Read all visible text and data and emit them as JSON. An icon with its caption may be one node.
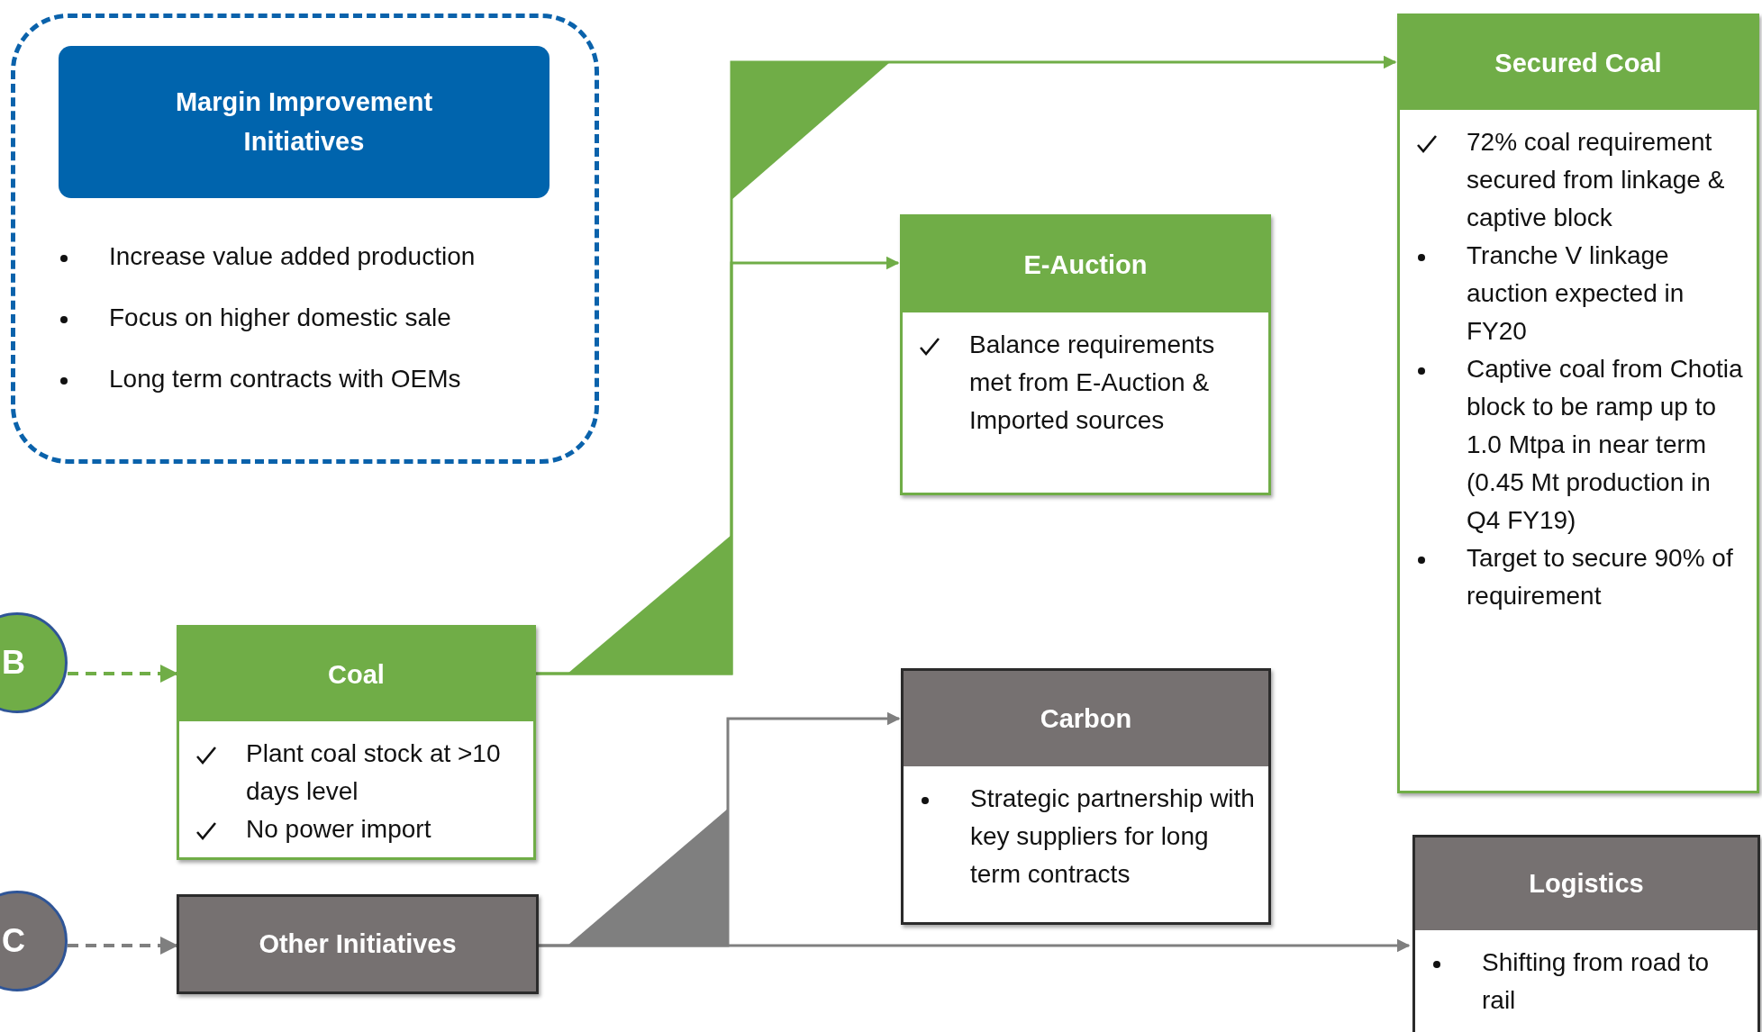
{
  "diagram": {
    "nodes": [
      {
        "text": [
          "Increase value added production",
          "Focus on higher domestic sale",
          "Long term contracts with OEMs"
        ]
      },
      {
        "text": [
          "Margin Improvement Initiatives"
        ],
        "in": 0
      },
      {
        "text": [
          "B"
        ]
      },
      {
        "text": [
          "Coal",
          "Plant coal stock at >10 days level",
          "No power import"
        ]
      },
      {
        "text": [
          "C"
        ]
      },
      {
        "text": [
          "Other Initiatives"
        ]
      },
      {
        "text": [
          "E-Auction",
          "Balance requirements met from E-Auction & Imported sources"
        ]
      },
      {
        "text": [
          "Carbon",
          "Strategic partnership with key suppliers for long term contracts"
        ]
      },
      {
        "text": [
          "Secured Coal",
          "72% coal requirement secured from linkage & captive block",
          "Tranche V linkage auction expected in FY20",
          "Captive coal from Chotia block to be ramp up to 1.0 Mtpa in near term (0.45 Mt production in Q4 FY19)",
          "Target to secure 90% of requirement"
        ]
      },
      {
        "text": [
          "Logistics",
          "Shifting from road to rail"
        ]
      }
    ],
    "edges": [
      {
        "from": 2,
        "to": 3,
        "arrow": "to",
        "style": "dashed",
        "color": "#70ad47"
      },
      {
        "from": 4,
        "to": 5,
        "arrow": "to",
        "style": "dashed",
        "color": "#7f7f7f"
      },
      {
        "from": 3,
        "to": 8,
        "arrow": "to",
        "color": "#70ad47"
      },
      {
        "from": 3,
        "to": 6,
        "arrow": "to",
        "color": "#70ad47"
      },
      {
        "from": 5,
        "to": 7,
        "arrow": "to",
        "color": "#7f7f7f"
      },
      {
        "from": 5,
        "to": 9,
        "arrow": "to",
        "color": "#7f7f7f"
      }
    ]
  }
}
